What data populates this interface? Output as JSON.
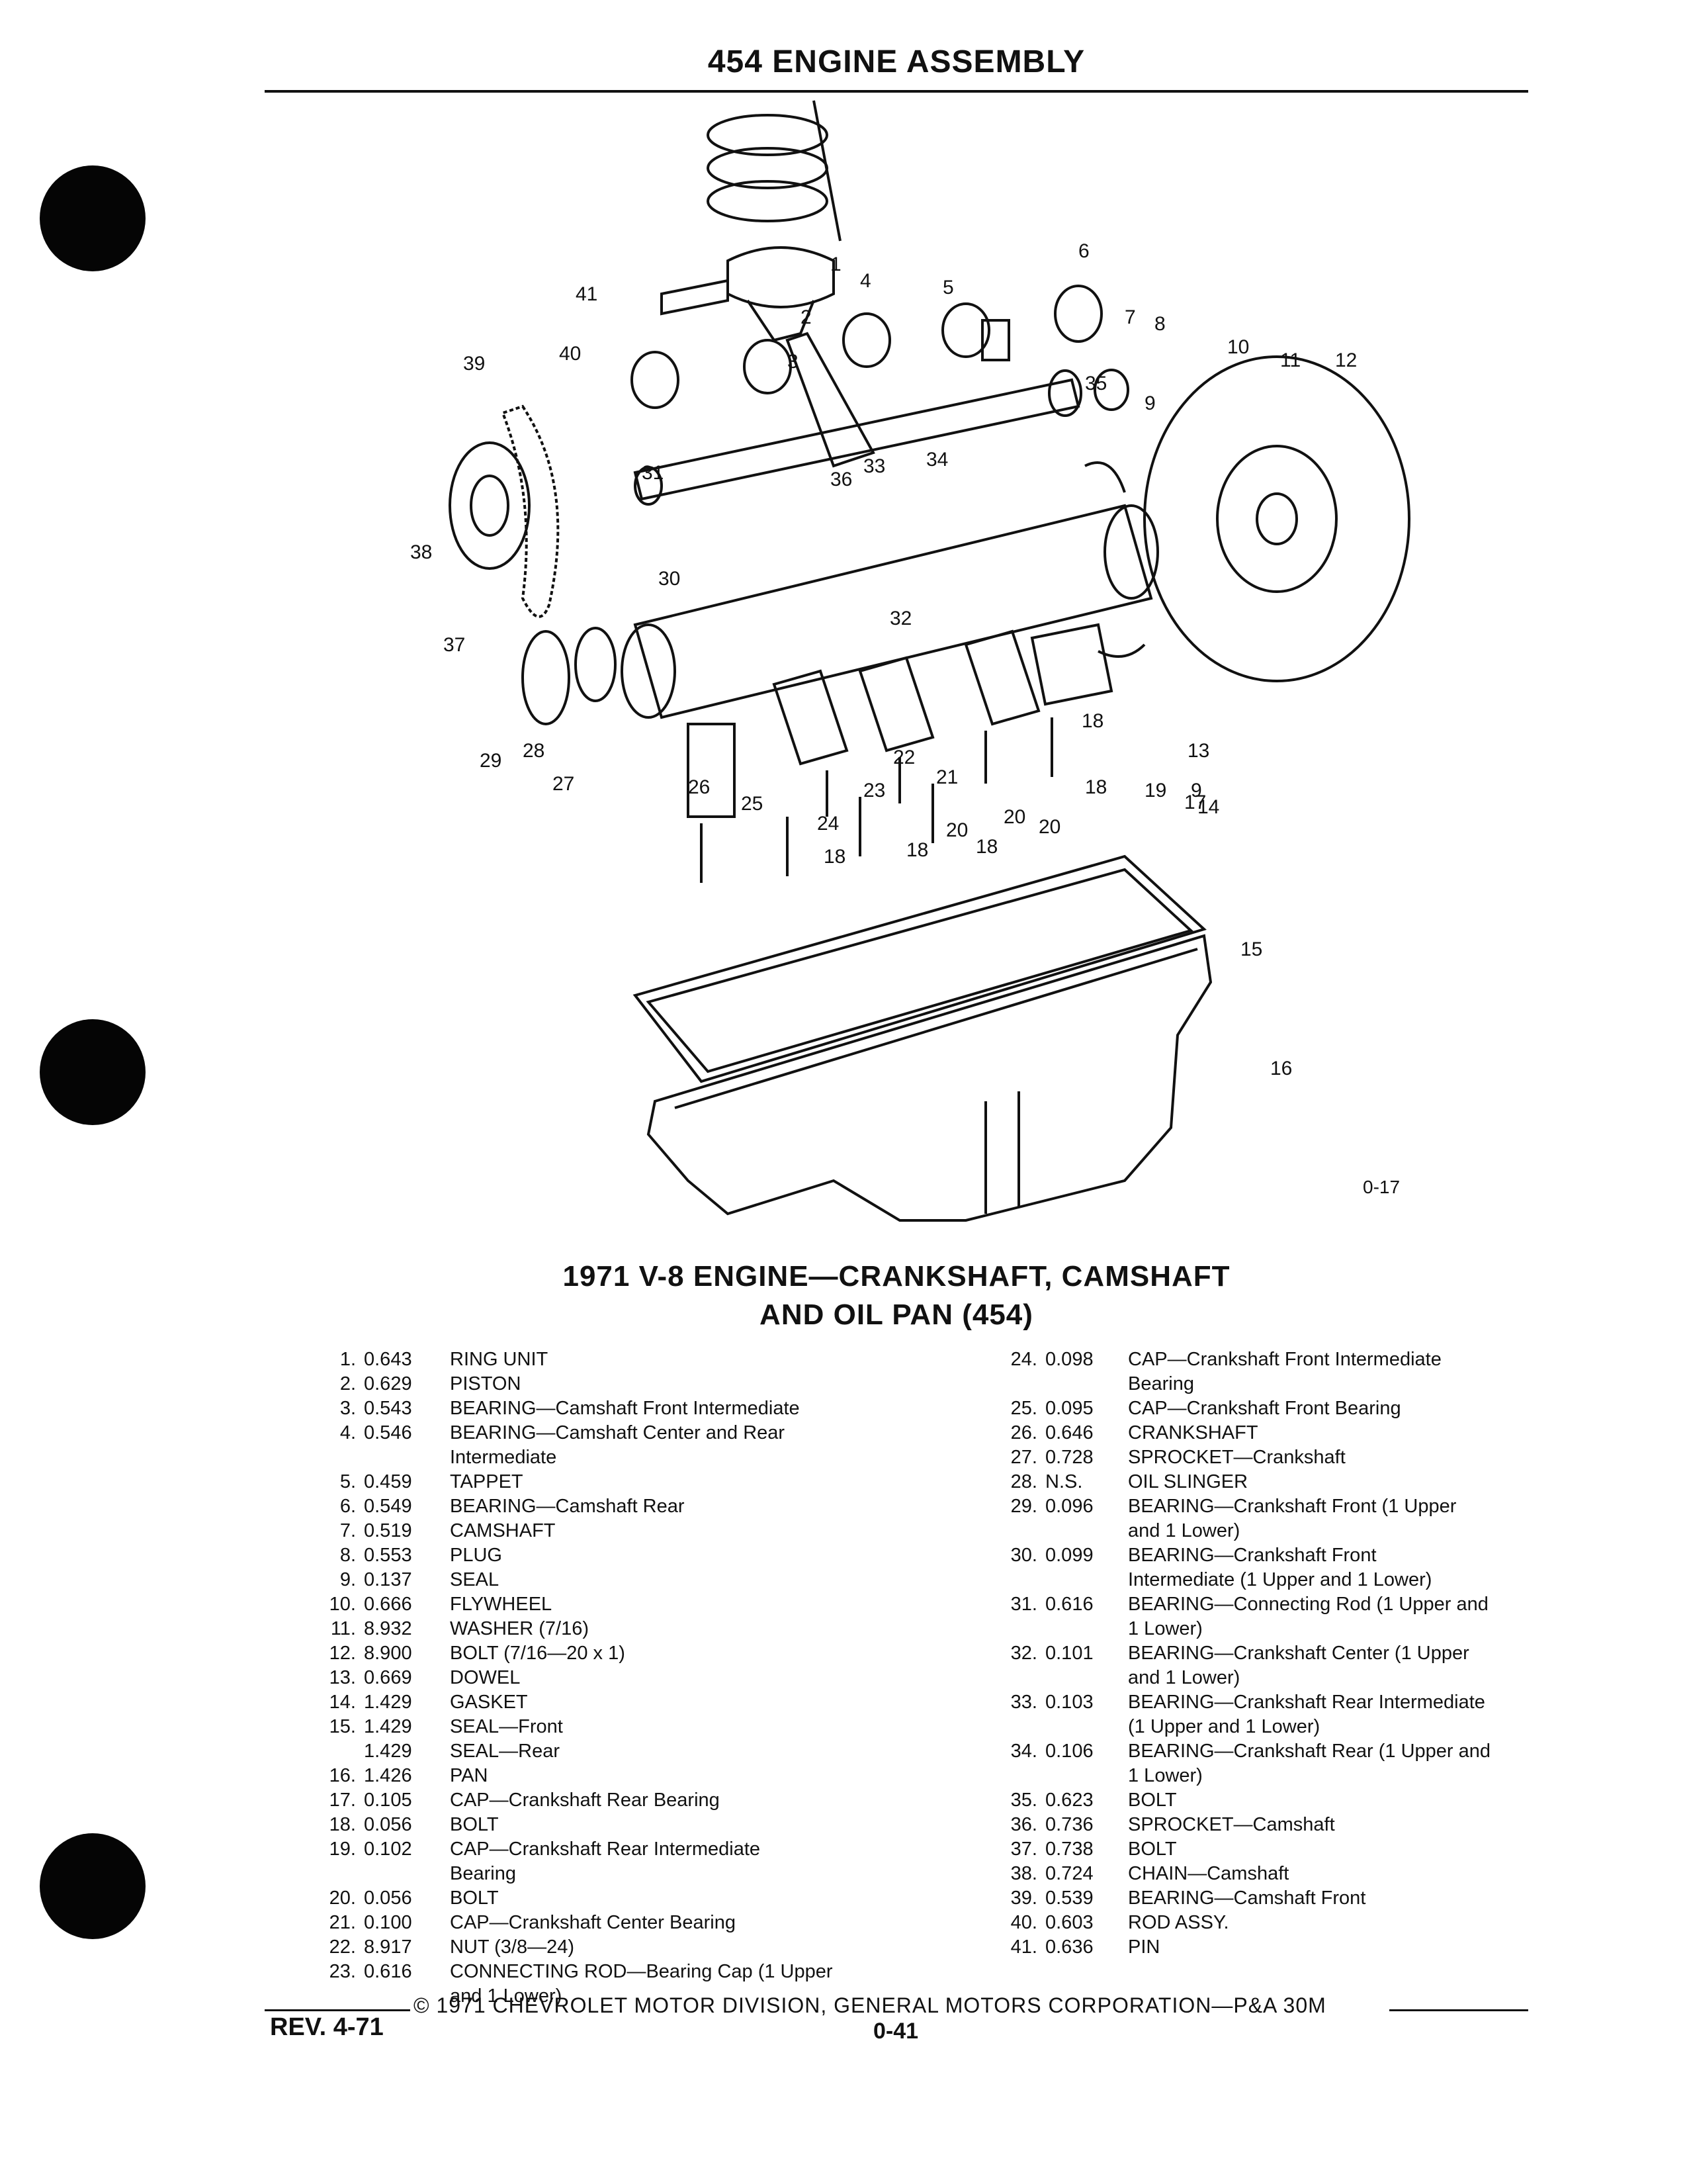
{
  "header": {
    "title": "454 ENGINE ASSEMBLY"
  },
  "figure": {
    "code": "0-17",
    "caption_line1": "1971 V-8 ENGINE—CRANKSHAFT, CAMSHAFT",
    "caption_line2": "AND OIL PAN (454)",
    "callouts": [
      "1",
      "2",
      "3",
      "4",
      "5",
      "6",
      "7",
      "8",
      "9",
      "9",
      "10",
      "11",
      "12",
      "13",
      "14",
      "15",
      "16",
      "17",
      "18",
      "18",
      "18",
      "18",
      "18",
      "19",
      "20",
      "20",
      "20",
      "21",
      "22",
      "23",
      "24",
      "25",
      "26",
      "27",
      "28",
      "29",
      "30",
      "31",
      "32",
      "33",
      "34",
      "35",
      "36",
      "37",
      "38",
      "39",
      "40",
      "41"
    ]
  },
  "parts_left": [
    {
      "num": "1.",
      "part": "0.643",
      "desc": "RING UNIT"
    },
    {
      "num": "2.",
      "part": "0.629",
      "desc": "PISTON"
    },
    {
      "num": "3.",
      "part": "0.543",
      "desc": "BEARING—Camshaft Front Intermediate"
    },
    {
      "num": "4.",
      "part": "0.546",
      "desc": "BEARING—Camshaft Center and Rear"
    },
    {
      "num": "",
      "part": "",
      "desc": "Intermediate"
    },
    {
      "num": "5.",
      "part": "0.459",
      "desc": "TAPPET"
    },
    {
      "num": "6.",
      "part": "0.549",
      "desc": "BEARING—Camshaft Rear"
    },
    {
      "num": "7.",
      "part": "0.519",
      "desc": "CAMSHAFT"
    },
    {
      "num": "8.",
      "part": "0.553",
      "desc": "PLUG"
    },
    {
      "num": "9.",
      "part": "0.137",
      "desc": "SEAL"
    },
    {
      "num": "10.",
      "part": "0.666",
      "desc": "FLYWHEEL"
    },
    {
      "num": "11.",
      "part": "8.932",
      "desc": "WASHER (7/16)"
    },
    {
      "num": "12.",
      "part": "8.900",
      "desc": "BOLT (7/16—20 x 1)"
    },
    {
      "num": "13.",
      "part": "0.669",
      "desc": "DOWEL"
    },
    {
      "num": "14.",
      "part": "1.429",
      "desc": "GASKET"
    },
    {
      "num": "15.",
      "part": "1.429",
      "desc": "SEAL—Front"
    },
    {
      "num": "",
      "part": "1.429",
      "desc": "SEAL—Rear"
    },
    {
      "num": "16.",
      "part": "1.426",
      "desc": "PAN"
    },
    {
      "num": "17.",
      "part": "0.105",
      "desc": "CAP—Crankshaft Rear Bearing"
    },
    {
      "num": "18.",
      "part": "0.056",
      "desc": "BOLT"
    },
    {
      "num": "19.",
      "part": "0.102",
      "desc": "CAP—Crankshaft Rear Intermediate"
    },
    {
      "num": "",
      "part": "",
      "desc": "Bearing"
    },
    {
      "num": "20.",
      "part": "0.056",
      "desc": "BOLT"
    },
    {
      "num": "21.",
      "part": "0.100",
      "desc": "CAP—Crankshaft Center Bearing"
    },
    {
      "num": "22.",
      "part": "8.917",
      "desc": "NUT (3/8—24)"
    },
    {
      "num": "23.",
      "part": "0.616",
      "desc": "CONNECTING ROD—Bearing Cap (1 Upper"
    },
    {
      "num": "",
      "part": "",
      "desc": "and 1 Lower)"
    }
  ],
  "parts_right": [
    {
      "num": "24.",
      "part": "0.098",
      "desc": "CAP—Crankshaft Front Intermediate"
    },
    {
      "num": "",
      "part": "",
      "desc": "Bearing"
    },
    {
      "num": "25.",
      "part": "0.095",
      "desc": "CAP—Crankshaft Front Bearing"
    },
    {
      "num": "26.",
      "part": "0.646",
      "desc": "CRANKSHAFT"
    },
    {
      "num": "27.",
      "part": "0.728",
      "desc": "SPROCKET—Crankshaft"
    },
    {
      "num": "28.",
      "part": "N.S.",
      "desc": "OIL SLINGER"
    },
    {
      "num": "29.",
      "part": "0.096",
      "desc": "BEARING—Crankshaft Front (1 Upper"
    },
    {
      "num": "",
      "part": "",
      "desc": "and 1 Lower)"
    },
    {
      "num": "30.",
      "part": "0.099",
      "desc": "BEARING—Crankshaft Front"
    },
    {
      "num": "",
      "part": "",
      "desc": "Intermediate (1 Upper and 1 Lower)"
    },
    {
      "num": "31.",
      "part": "0.616",
      "desc": "BEARING—Connecting Rod (1 Upper and"
    },
    {
      "num": "",
      "part": "",
      "desc": "1 Lower)"
    },
    {
      "num": "32.",
      "part": "0.101",
      "desc": "BEARING—Crankshaft Center (1 Upper"
    },
    {
      "num": "",
      "part": "",
      "desc": "and 1 Lower)"
    },
    {
      "num": "33.",
      "part": "0.103",
      "desc": "BEARING—Crankshaft Rear Intermediate"
    },
    {
      "num": "",
      "part": "",
      "desc": "(1 Upper and 1 Lower)"
    },
    {
      "num": "34.",
      "part": "0.106",
      "desc": "BEARING—Crankshaft Rear (1 Upper and"
    },
    {
      "num": "",
      "part": "",
      "desc": "1 Lower)"
    },
    {
      "num": "35.",
      "part": "0.623",
      "desc": "BOLT"
    },
    {
      "num": "36.",
      "part": "0.736",
      "desc": "SPROCKET—Camshaft"
    },
    {
      "num": "37.",
      "part": "0.738",
      "desc": "BOLT"
    },
    {
      "num": "38.",
      "part": "0.724",
      "desc": "CHAIN—Camshaft"
    },
    {
      "num": "39.",
      "part": "0.539",
      "desc": "BEARING—Camshaft Front"
    },
    {
      "num": "40.",
      "part": "0.603",
      "desc": "ROD ASSY."
    },
    {
      "num": "41.",
      "part": "0.636",
      "desc": "PIN"
    }
  ],
  "footer": {
    "copyright": "© 1971 CHEVROLET MOTOR DIVISION, GENERAL MOTORS CORPORATION—P&A 30M",
    "revision": "REV. 4-71",
    "page": "0-41"
  }
}
